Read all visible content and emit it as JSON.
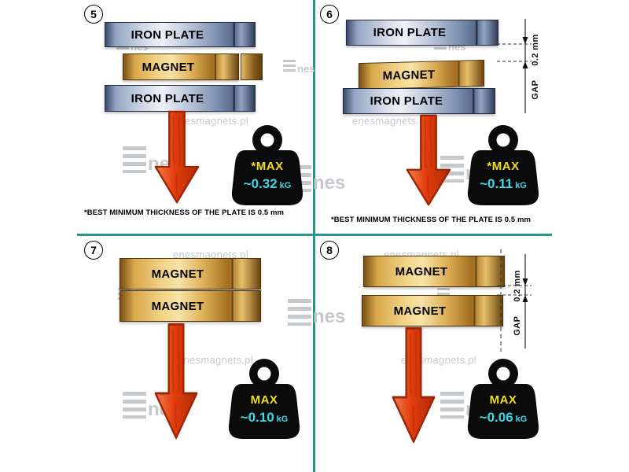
{
  "watermark": {
    "url": "enesmagnets.pl",
    "logo_suffix": "nes"
  },
  "colors": {
    "divider": "#2b9488",
    "arrow": "#e03c0e",
    "max_label": "#f2de18",
    "value_text": "#3fd6e4"
  },
  "panels": {
    "p5": {
      "number": "5",
      "plate_top": "IRON PLATE",
      "magnet": "MAGNET",
      "plate_bottom": "IRON PLATE",
      "weight": {
        "max": "*MAX",
        "value": "~0.32",
        "unit": "kG"
      },
      "footnote": "*BEST MINIMUM THICKNESS OF THE PLATE IS 0.5 mm"
    },
    "p6": {
      "number": "6",
      "plate_top": "IRON PLATE",
      "magnet": "MAGNET",
      "plate_bottom": "IRON PLATE",
      "gap": {
        "name": "GAP",
        "value": "0.2 mm"
      },
      "weight": {
        "max": "*MAX",
        "value": "~0.11",
        "unit": "kG"
      },
      "footnote": "*BEST MINIMUM THICKNESS OF THE PLATE IS 0.5 mm"
    },
    "p7": {
      "number": "7",
      "magnet_top": "MAGNET",
      "magnet_bottom": "MAGNET",
      "weight": {
        "max": "MAX",
        "value": "~0.10",
        "unit": "kG"
      }
    },
    "p8": {
      "number": "8",
      "magnet_top": "MAGNET",
      "magnet_bottom": "MAGNET",
      "gap": {
        "name": "GAP",
        "value": "0.2 mm"
      },
      "weight": {
        "max": "MAX",
        "value": "~0.06",
        "unit": "kG"
      }
    }
  }
}
